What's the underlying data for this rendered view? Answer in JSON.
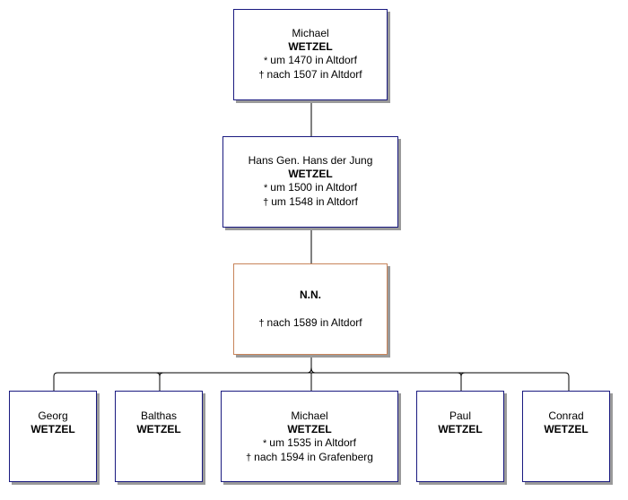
{
  "persons": {
    "michael_sr": {
      "given": "Michael",
      "surname": "WETZEL",
      "birth": "um 1470 in Altdorf",
      "death": "nach 1507 in Altdorf"
    },
    "hans": {
      "given": "Hans Gen. Hans der Jung",
      "surname": "WETZEL",
      "birth": "um 1500 in Altdorf",
      "death": "um 1548 in Altdorf"
    },
    "nn": {
      "given": "N.N.",
      "death": "nach 1589 in Altdorf"
    },
    "georg": {
      "given": "Georg",
      "surname": "WETZEL"
    },
    "balthas": {
      "given": "Balthas",
      "surname": "WETZEL"
    },
    "michael_jr": {
      "given": "Michael",
      "surname": "WETZEL",
      "birth": "um 1535 in Altdorf",
      "death": "nach 1594 in Grafenberg"
    },
    "paul": {
      "given": "Paul",
      "surname": "WETZEL"
    },
    "conrad": {
      "given": "Conrad",
      "surname": "WETZEL"
    }
  },
  "symbols": {
    "birth": "*",
    "death": "†"
  },
  "colors": {
    "male_border": "#1a1a80",
    "female_border": "#c8845a",
    "connector": "#000000",
    "shadow": "#9a9a9a"
  }
}
